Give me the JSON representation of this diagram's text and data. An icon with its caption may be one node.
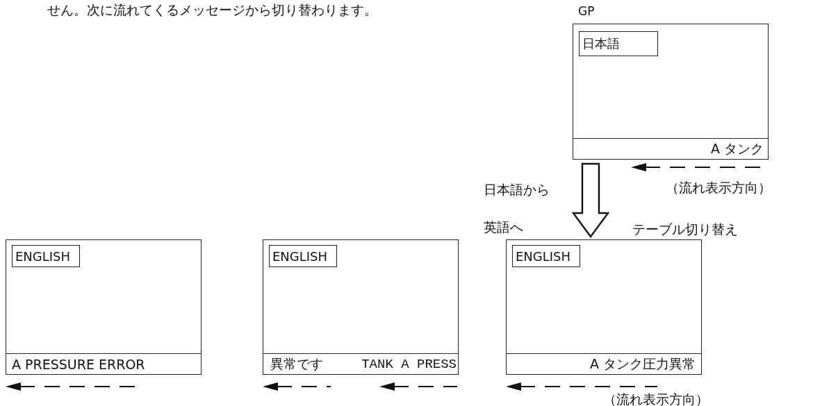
{
  "diagram": {
    "nodes": [
      {
        "text": [],
        "shape": "box",
        "beside": [
          "GP"
        ]
      },
      {
        "text": [
          "日本語"
        ],
        "in": 0
      },
      {
        "text": [
          "A タンク"
        ],
        "in": 0
      },
      {
        "text": [],
        "shape": "box"
      },
      {
        "text": [
          "ENGLISH"
        ],
        "in": 3
      },
      {
        "text": [
          "A PRESSURE ERROR"
        ],
        "in": 3
      },
      {
        "text": [],
        "shape": "box"
      },
      {
        "text": [
          "ENGLISH"
        ],
        "in": 6
      },
      {
        "text": [
          "異常です",
          "TANK A PRESS"
        ],
        "in": 6
      },
      {
        "text": [],
        "shape": "box"
      },
      {
        "text": [
          "ENGLISH"
        ],
        "in": 9
      },
      {
        "text": [
          "A タンク圧力異常"
        ],
        "in": 9
      }
    ],
    "edges": [
      {
        "from": 0,
        "to": 9,
        "arrow": "to"
      }
    ],
    "labels": [
      "せん。次に流れてくるメッセージから切り替わります。",
      "（流れ表示方向）",
      "日本語から英語へ",
      "テーブル切り替え",
      "（流れ表示方向）"
    ]
  }
}
